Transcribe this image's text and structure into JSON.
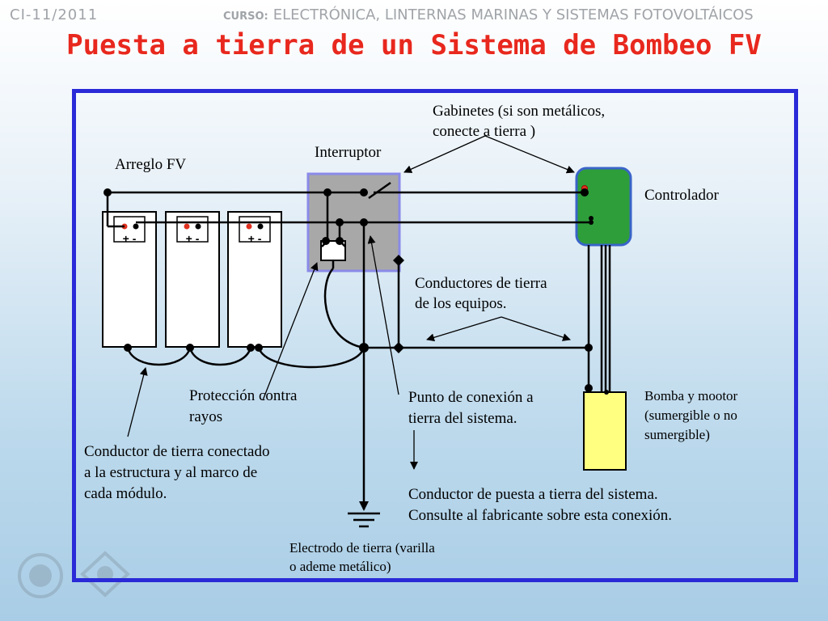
{
  "header": {
    "code": "CI-11/2011",
    "course_label": "CURSO:",
    "course_name": "ELECTRÓNICA, LINTERNAS MARINAS  Y SISTEMAS FOTOVOLTÁICOS"
  },
  "title": "Puesta a tierra de un Sistema de Bombeo FV",
  "labels": {
    "gabinetes": [
      "Gabinetes (si son metálicos,",
      "conecte a tierra )"
    ],
    "interruptor": "Interruptor",
    "arreglo": "Arreglo FV",
    "controlador": "Controlador",
    "conductores_equipos": [
      "Conductores de tierra",
      "de los equipos."
    ],
    "proteccion": [
      "Protección contra",
      "rayos"
    ],
    "punto_conexion": [
      "Punto de conexión a",
      "tierra del sistema."
    ],
    "bomba": [
      "Bomba y mootor",
      "(sumergible o no",
      "sumergible)"
    ],
    "conductor_estructura": [
      "Conductor de tierra conectado",
      "a la estructura y al marco de",
      "cada módulo."
    ],
    "conductor_puesta": [
      "Conductor de puesta a tierra del sistema.",
      "Consulte al fabricante sobre esta conexión."
    ],
    "electrodo": [
      "Electrodo de tierra (varilla",
      "o ademe metálico)"
    ]
  },
  "module_polarity": "+ -",
  "colors": {
    "title": "#e8281e",
    "frame": "#2a2ad8",
    "controller": "#2e9e3a",
    "controller_border": "#3a64c8",
    "switch_box": "#a8a8a8",
    "switch_border": "#8a8ae8",
    "pump": "#ffff80"
  }
}
